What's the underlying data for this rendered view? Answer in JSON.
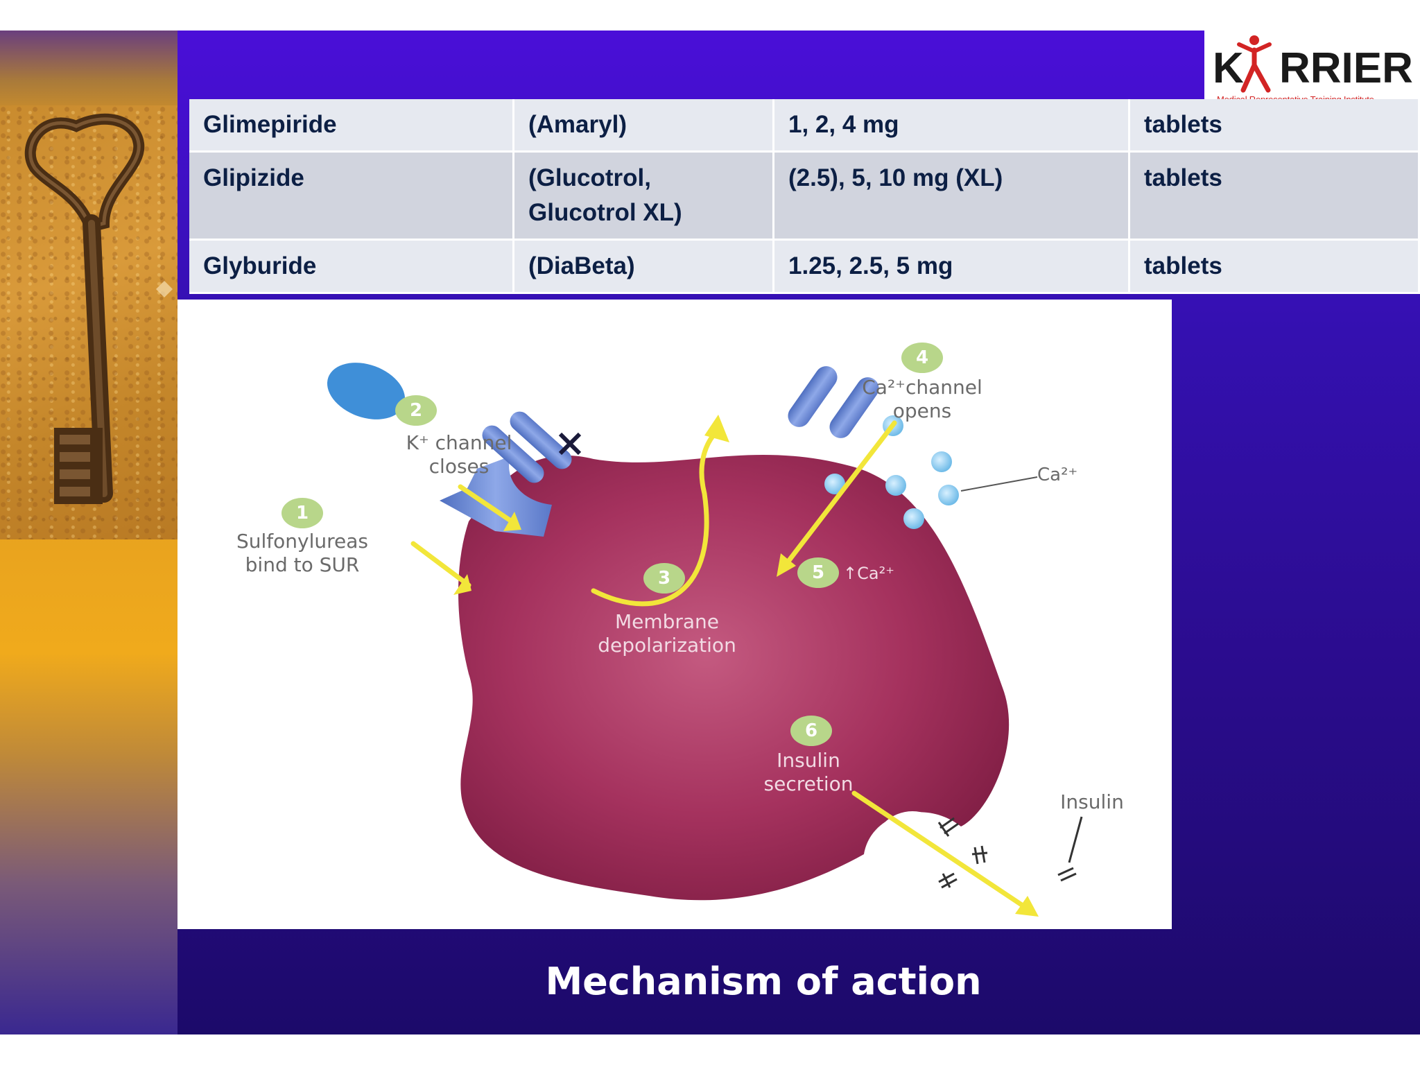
{
  "logo": {
    "k": "K",
    "rrier": "RRIER",
    "tagline": "Medical Representative Training Institute",
    "brand_color": "#d22424"
  },
  "table": {
    "rows": [
      {
        "drug": "Glimepiride",
        "brand": "(Amaryl)",
        "dose": "1, 2, 4 mg",
        "form": "tablets"
      },
      {
        "drug": "Glipizide",
        "brand": "(Glucotrol, Glucotrol XL)",
        "dose": "(2.5), 5, 10 mg (XL)",
        "form": "tablets"
      },
      {
        "drug": "Glyburide",
        "brand": "(DiaBeta)",
        "dose": "1.25, 2.5, 5 mg",
        "form": "tablets"
      }
    ]
  },
  "diagram": {
    "steps": [
      "1",
      "2",
      "3",
      "4",
      "5",
      "6"
    ],
    "labels": {
      "sulfonylureas_l1": "Sulfonylureas",
      "sulfonylureas_l2": "bind to SUR",
      "k_channel_l1": "K⁺ channel",
      "k_channel_l2": "closes",
      "membrane_l1": "Membrane",
      "membrane_l2": "depolarization",
      "ca_channel_l1": "Ca²⁺channel",
      "ca_channel_l2": "opens",
      "ca_increase": "↑Ca²⁺",
      "ca_ion": "Ca²⁺",
      "insulin_secretion_l1": "Insulin",
      "insulin_secretion_l2": "secretion",
      "insulin": "Insulin"
    },
    "colors": {
      "cell": "#9c2a52",
      "channel": "#6f8fd6",
      "arrow": "#f2e63a",
      "step": "#b8d68a",
      "ion": "#7ec6f0"
    }
  },
  "title": "Mechanism of action"
}
